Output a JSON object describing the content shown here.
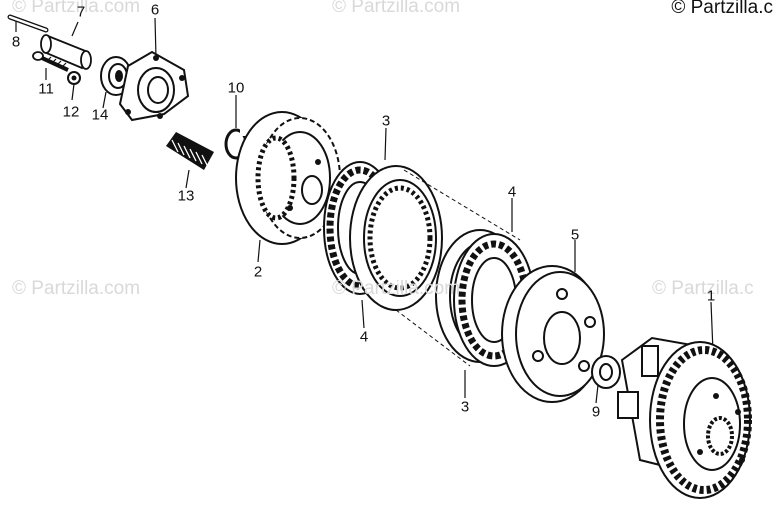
{
  "copyright": "© Partzilla.c",
  "watermarks": [
    "© Partzilla.com",
    "© Partzilla.com",
    "© Partzilla.com",
    "© Partzilla.com",
    "© Partzilla.c"
  ],
  "callouts": [
    "8",
    "7",
    "6",
    "11",
    "12",
    "14",
    "10",
    "13",
    "2",
    "3",
    "4",
    "4",
    "5",
    "3",
    "1",
    "9"
  ]
}
